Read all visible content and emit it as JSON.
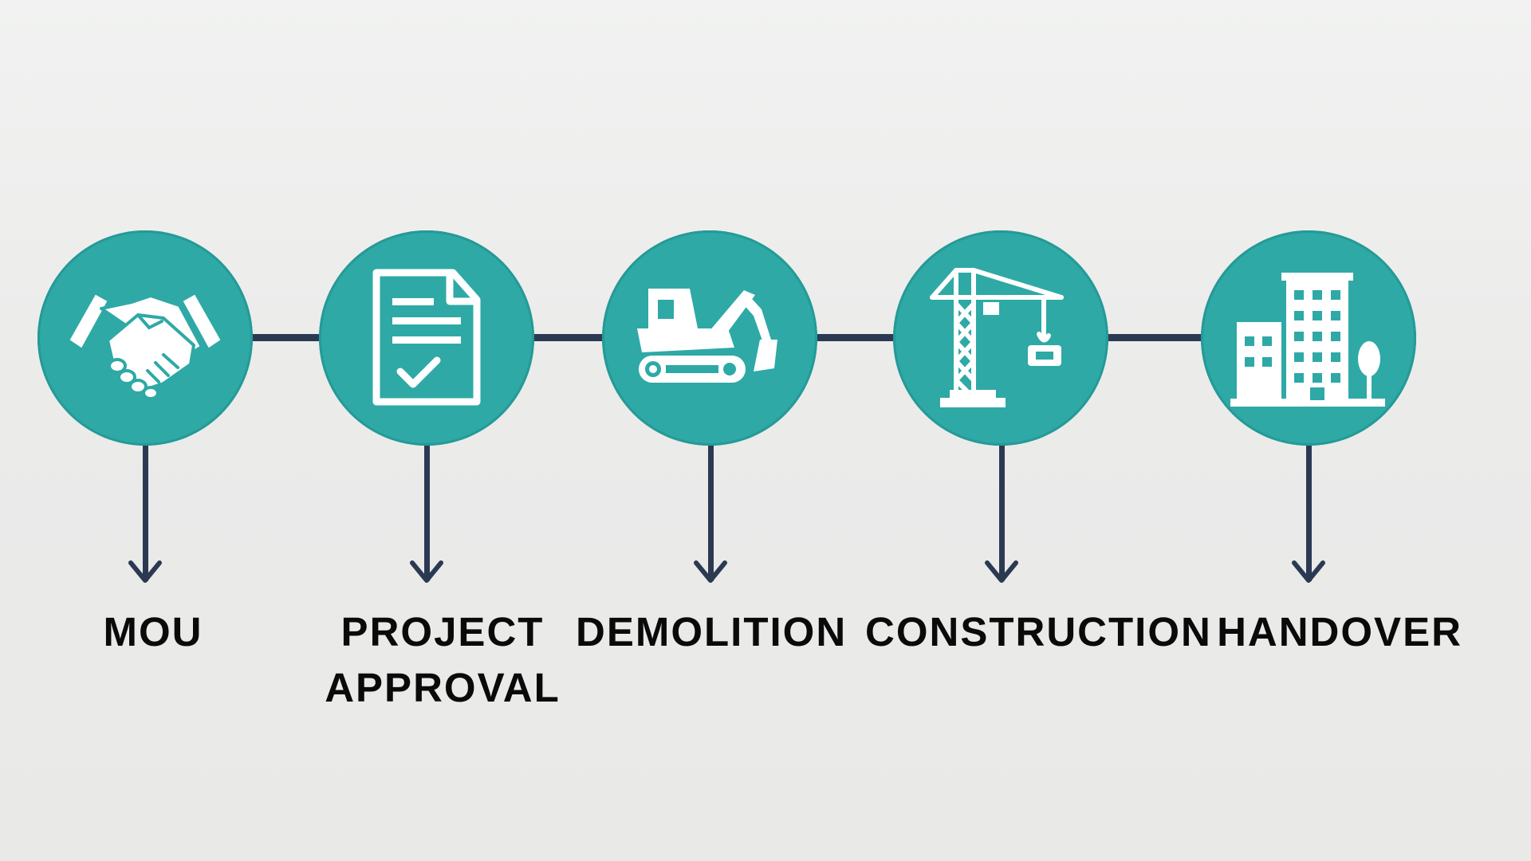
{
  "colors": {
    "circle": "#2ea9a6",
    "line": "#2b3a52",
    "icon": "#ffffff",
    "label": "#0a0a0a"
  },
  "steps": [
    {
      "label_lines": [
        "MOU"
      ],
      "icon": "handshake-icon"
    },
    {
      "label_lines": [
        "PROJECT",
        "APPROVAL"
      ],
      "icon": "document-check-icon"
    },
    {
      "label_lines": [
        "DEMOLITION"
      ],
      "icon": "excavator-icon"
    },
    {
      "label_lines": [
        "CONSTRUCTION"
      ],
      "icon": "tower-crane-icon"
    },
    {
      "label_lines": [
        "HANDOVER"
      ],
      "icon": "building-icon"
    }
  ]
}
